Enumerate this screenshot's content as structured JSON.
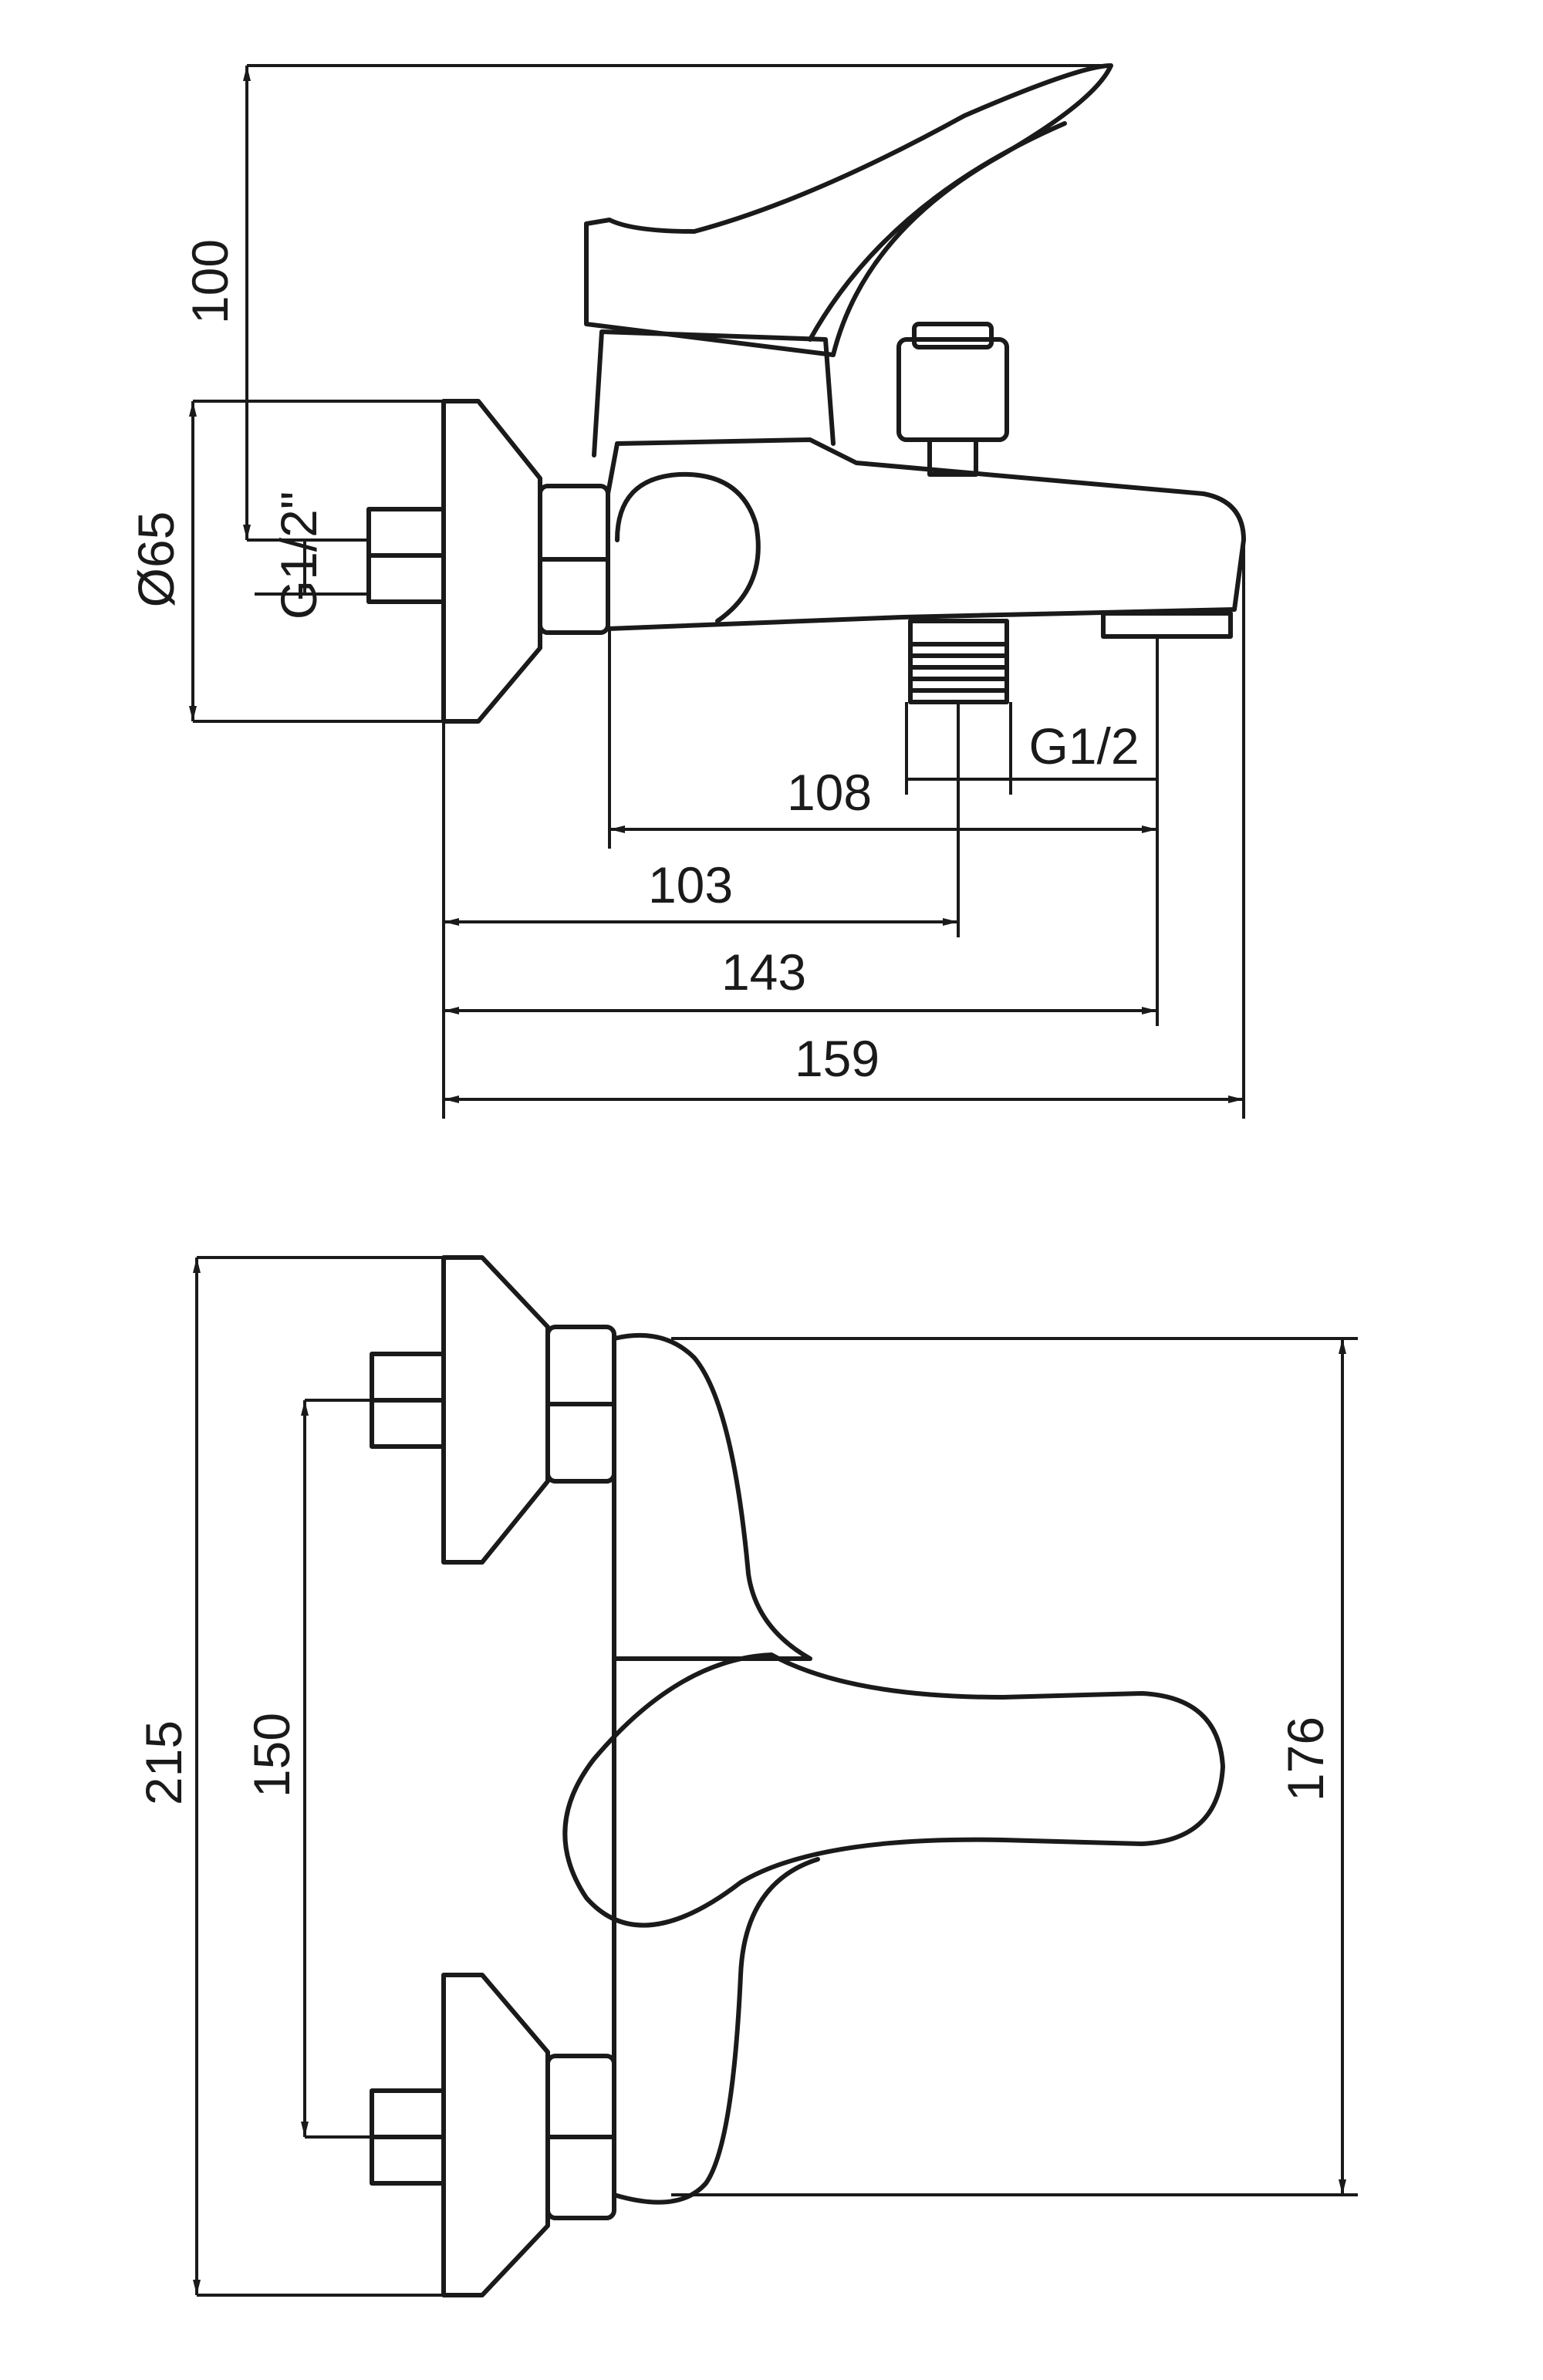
{
  "side_view": {
    "dims": {
      "height_lever": "100",
      "diameter_rosette": "Ø65",
      "inlet_thread": "G1/2\"",
      "outlet_thread": "G1/2",
      "d108": "108",
      "d103": "103",
      "d143": "143",
      "d159": "159"
    }
  },
  "top_view": {
    "dims": {
      "d215": "215",
      "d150": "150",
      "d176": "176"
    }
  },
  "colors": {
    "line": "#1a1a1a",
    "background": "#ffffff"
  }
}
